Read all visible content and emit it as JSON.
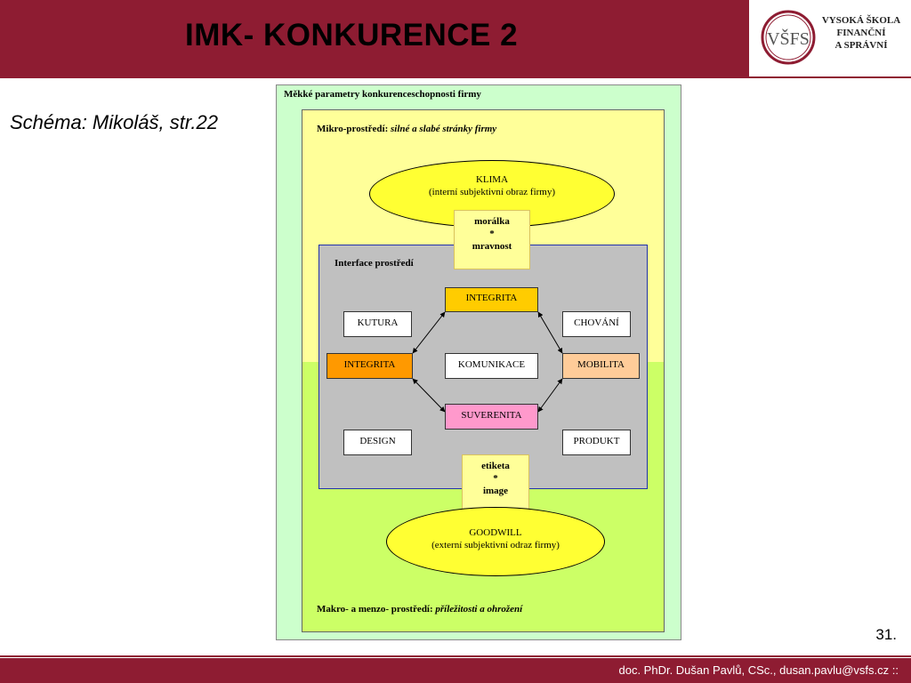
{
  "header": {
    "title": "IMK- KONKURENCE  2",
    "logo": {
      "monogram": "VŠFS",
      "lines": [
        "VYSOKÁ ŠKOLA",
        "FINANČNÍ",
        "A SPRÁVNÍ"
      ]
    }
  },
  "subtitle": "Schéma: Mikoláš, str.22",
  "page_number": "31.",
  "footer": "doc. PhDr. Dušan Pavlů, CSc., dusan.pavlu@vsfs.cz  ::",
  "colors": {
    "brand": "#8e1c32",
    "outer": "#ccffcc",
    "micro": "#ffff99",
    "macro": "#ccff66",
    "interface": "#c0c0c0",
    "ellipse": "#ffff33",
    "integrita_top": "#ffcc00",
    "integrita_left": "#ff9900",
    "mobilita": "#ffcc99",
    "suverenita": "#ff99cc"
  },
  "diagram": {
    "outer_label": "Měkké parametry konkurenceschopnosti firmy",
    "micro_label": "Mikro-prostředí: ",
    "micro_label_italic": "silné a slabé stránky firmy",
    "klima": {
      "line1": "KLIMA",
      "line2": "(interní subjektivní obraz firmy)"
    },
    "moralka": [
      "morálka",
      "*",
      "mravnost"
    ],
    "interface_label": "Interface prostředí",
    "boxes": {
      "integrita_top": "INTEGRITA",
      "kutura": "KUTURA",
      "chovani": "CHOVÁNÍ",
      "integrita_left": "INTEGRITA",
      "komunikace": "KOMUNIKACE",
      "mobilita": "MOBILITA",
      "suverenita": "SUVERENITA",
      "design": "DESIGN",
      "produkt": "PRODUKT"
    },
    "etiketa": [
      "etiketa",
      "*",
      "image"
    ],
    "goodwill": {
      "line1": "GOODWILL",
      "line2": "(externí subjektivní odraz firmy)"
    },
    "macro_label": "Makro- a menzo- prostředí: ",
    "macro_label_italic": "příležitosti a ohrožení"
  }
}
